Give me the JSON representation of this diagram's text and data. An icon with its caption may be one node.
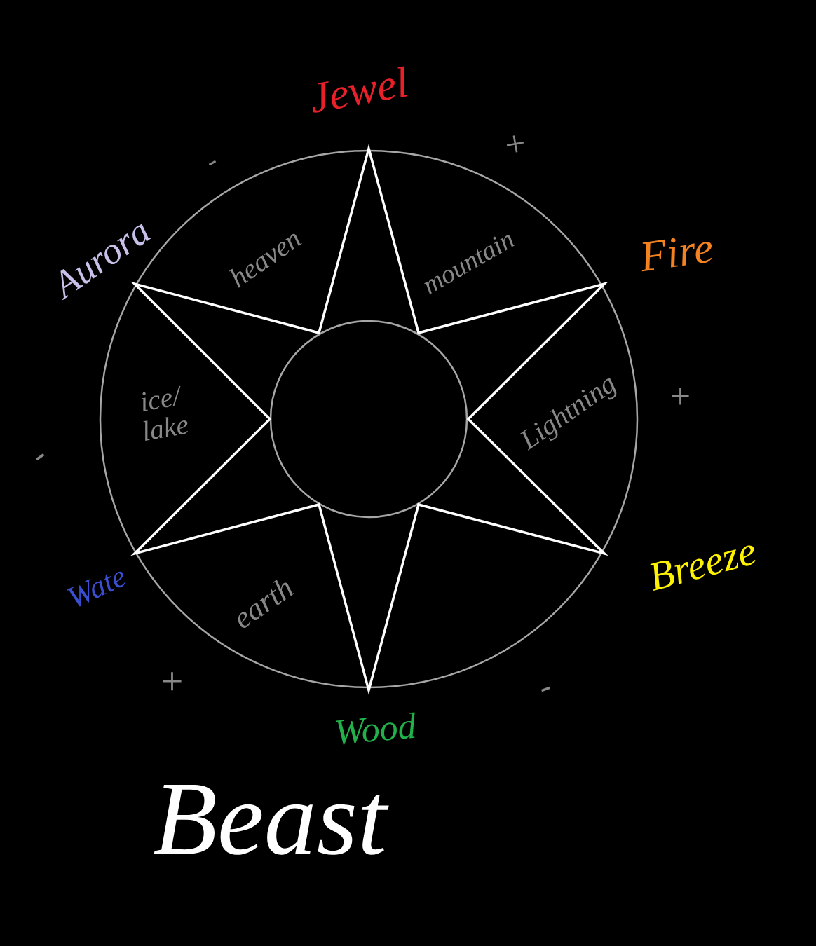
{
  "diagram": {
    "labels": [
      "Jewel",
      "-",
      "+",
      "Aurora",
      "heaven",
      "mountain",
      "Fire",
      "ice/ lake",
      "Lightning",
      "+",
      "-",
      "Wate",
      "earth",
      "Breeze",
      "+",
      "-",
      "Wood",
      "Beast"
    ]
  }
}
